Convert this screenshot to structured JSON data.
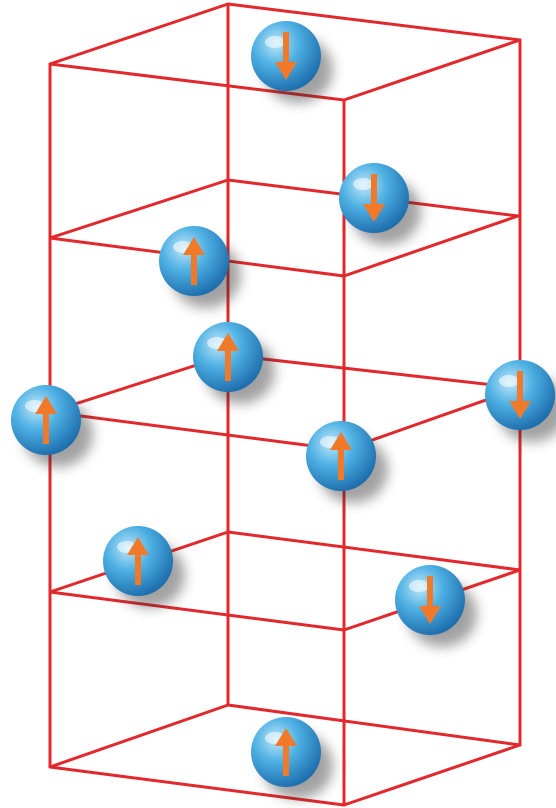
{
  "diagram": {
    "colors": {
      "lattice": "#e2282c",
      "sphere_light": "#bfe6f8",
      "sphere_mid": "#4fb1e4",
      "sphere_dark": "#1e6fae",
      "arrow": "#f07a2a",
      "shadow": "#333333"
    },
    "atoms": [
      {
        "name": "atom-top-back",
        "spin": "down"
      },
      {
        "name": "atom-upper-right",
        "spin": "down"
      },
      {
        "name": "atom-upper-left",
        "spin": "up"
      },
      {
        "name": "atom-center-back",
        "spin": "up"
      },
      {
        "name": "atom-middle-left",
        "spin": "up"
      },
      {
        "name": "atom-middle-right",
        "spin": "down"
      },
      {
        "name": "atom-center-front",
        "spin": "up"
      },
      {
        "name": "atom-lower-left",
        "spin": "up"
      },
      {
        "name": "atom-lower-right",
        "spin": "down"
      },
      {
        "name": "atom-bottom-front",
        "spin": "up"
      }
    ]
  }
}
